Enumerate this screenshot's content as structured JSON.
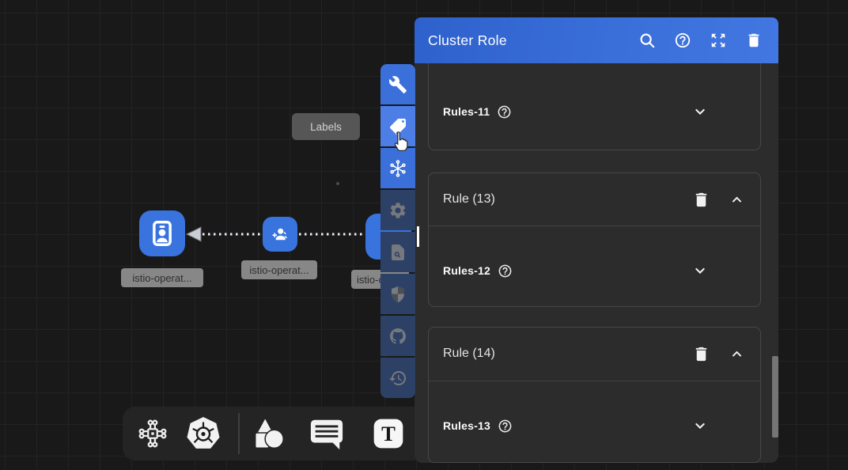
{
  "panel": {
    "title": "Cluster Role",
    "header_icons": [
      "search-icon",
      "help-icon",
      "expand-icon",
      "delete-icon"
    ],
    "sections": [
      {
        "kind": "rules-row",
        "label": "Rules-11"
      },
      {
        "kind": "rule-card",
        "header": "Rule (13)",
        "rules_label": "Rules-12"
      },
      {
        "kind": "rule-card",
        "header": "Rule (14)",
        "rules_label": "Rules-13"
      }
    ]
  },
  "tooltip": {
    "label": "Labels"
  },
  "side_toolbar": {
    "buttons": [
      {
        "icon": "wrench-icon",
        "active": true
      },
      {
        "icon": "tag-icon",
        "active": true,
        "hovered": true
      },
      {
        "icon": "snowflake-icon",
        "active": true
      },
      {
        "icon": "gear-icon",
        "active": false
      },
      {
        "icon": "doc-search-icon",
        "active": false
      },
      {
        "icon": "shield-icon",
        "active": false
      },
      {
        "icon": "github-icon",
        "active": false
      },
      {
        "icon": "history-icon",
        "active": false
      }
    ]
  },
  "canvas": {
    "nodes": [
      {
        "icon": "badge-icon",
        "label": "istio-operat..."
      },
      {
        "icon": "person-add-icon",
        "label": "istio-operat..."
      },
      {
        "icon": "partial-node",
        "label": "istio-operat..."
      }
    ]
  },
  "bottom_toolbar": {
    "icons": [
      "pattern-icon",
      "kubernetes-icon",
      "shapes-icon",
      "comment-icon",
      "text-icon"
    ]
  },
  "colors": {
    "canvas_bg": "#191919",
    "grid_line": "#232323",
    "panel_header_blue": "#3a6ed9",
    "panel_body": "#2c2c2c",
    "card_border": "#474747",
    "toolbar_blue": "#3b6fd9",
    "toolbar_blue_hover": "#4d7ee6",
    "toolbar_navy": "#2d4066",
    "toolbar_icon_gray": "#75797d",
    "node_blue": "#3873de",
    "chip_gray": "#969696",
    "scroll_thumb": "#757575"
  }
}
